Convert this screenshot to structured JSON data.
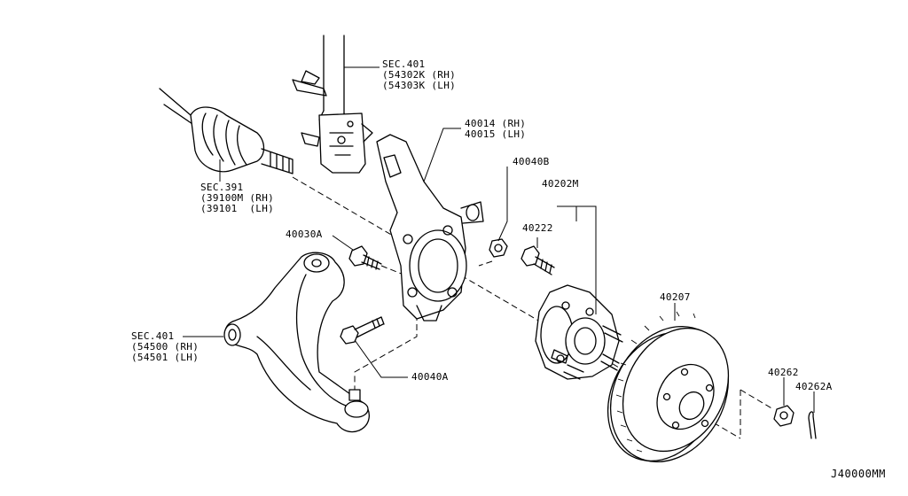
{
  "callouts": {
    "strut": {
      "sec": "SEC.401",
      "line1": "(54302K (RH)",
      "line2": "(54303K (LH)"
    },
    "knuckle": {
      "line1": "40014 (RH)",
      "line2": "40015 (LH)"
    },
    "nut_40040b": "40040B",
    "hub_assy": "40202M",
    "hub_bolt": "40222",
    "rotor": "40207",
    "wheel_nut": "40262",
    "wheel_nut_pin": "40262A",
    "axle": {
      "sec": "SEC.391",
      "line1": "(39100M (RH)",
      "line2": "(39101  (LH)"
    },
    "bolt_40030a": "40030A",
    "lower_arm": {
      "sec": "SEC.401",
      "line1": "(54500 (RH)",
      "line2": "(54501 (LH)"
    },
    "bolt_40040a": "40040A"
  },
  "diagram_code": "J40000MM"
}
